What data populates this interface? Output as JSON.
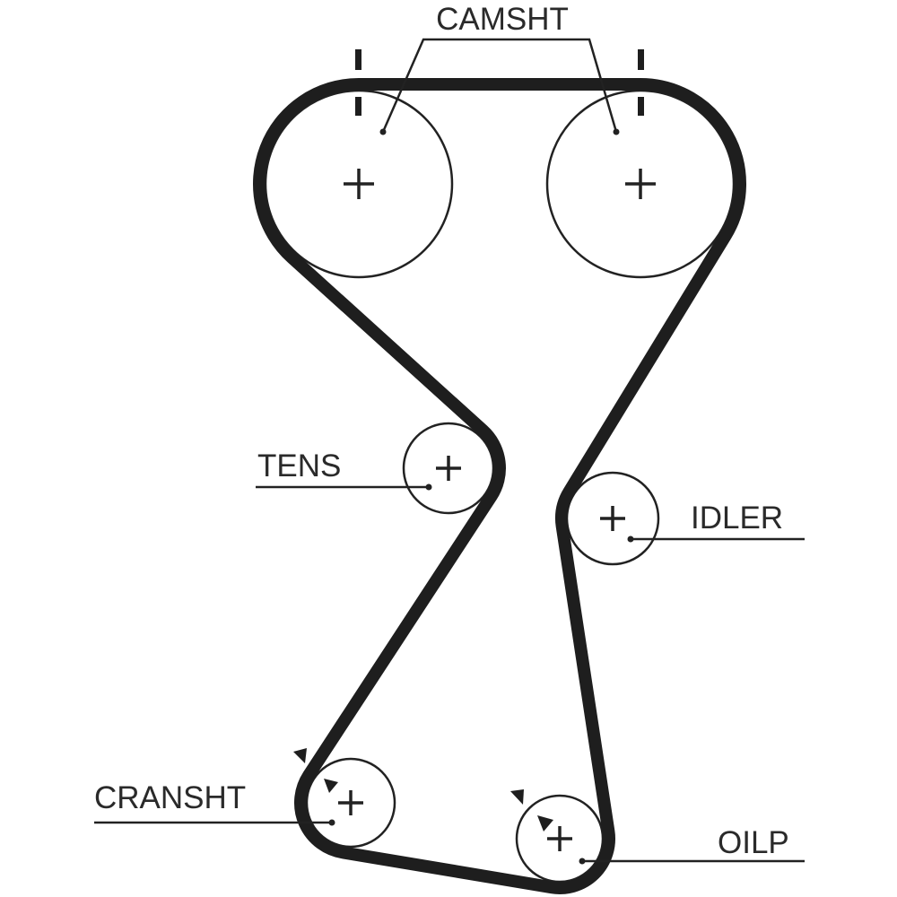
{
  "labels": {
    "camshaft": "CAMSHT",
    "tensioner": "TENS",
    "idler": "IDLER",
    "crankshaft": "CRANSHT",
    "oil_pump": "OILP"
  },
  "colors": {
    "belt": "#1e1e1e",
    "line": "#222222",
    "text": "#2a2a2a"
  }
}
